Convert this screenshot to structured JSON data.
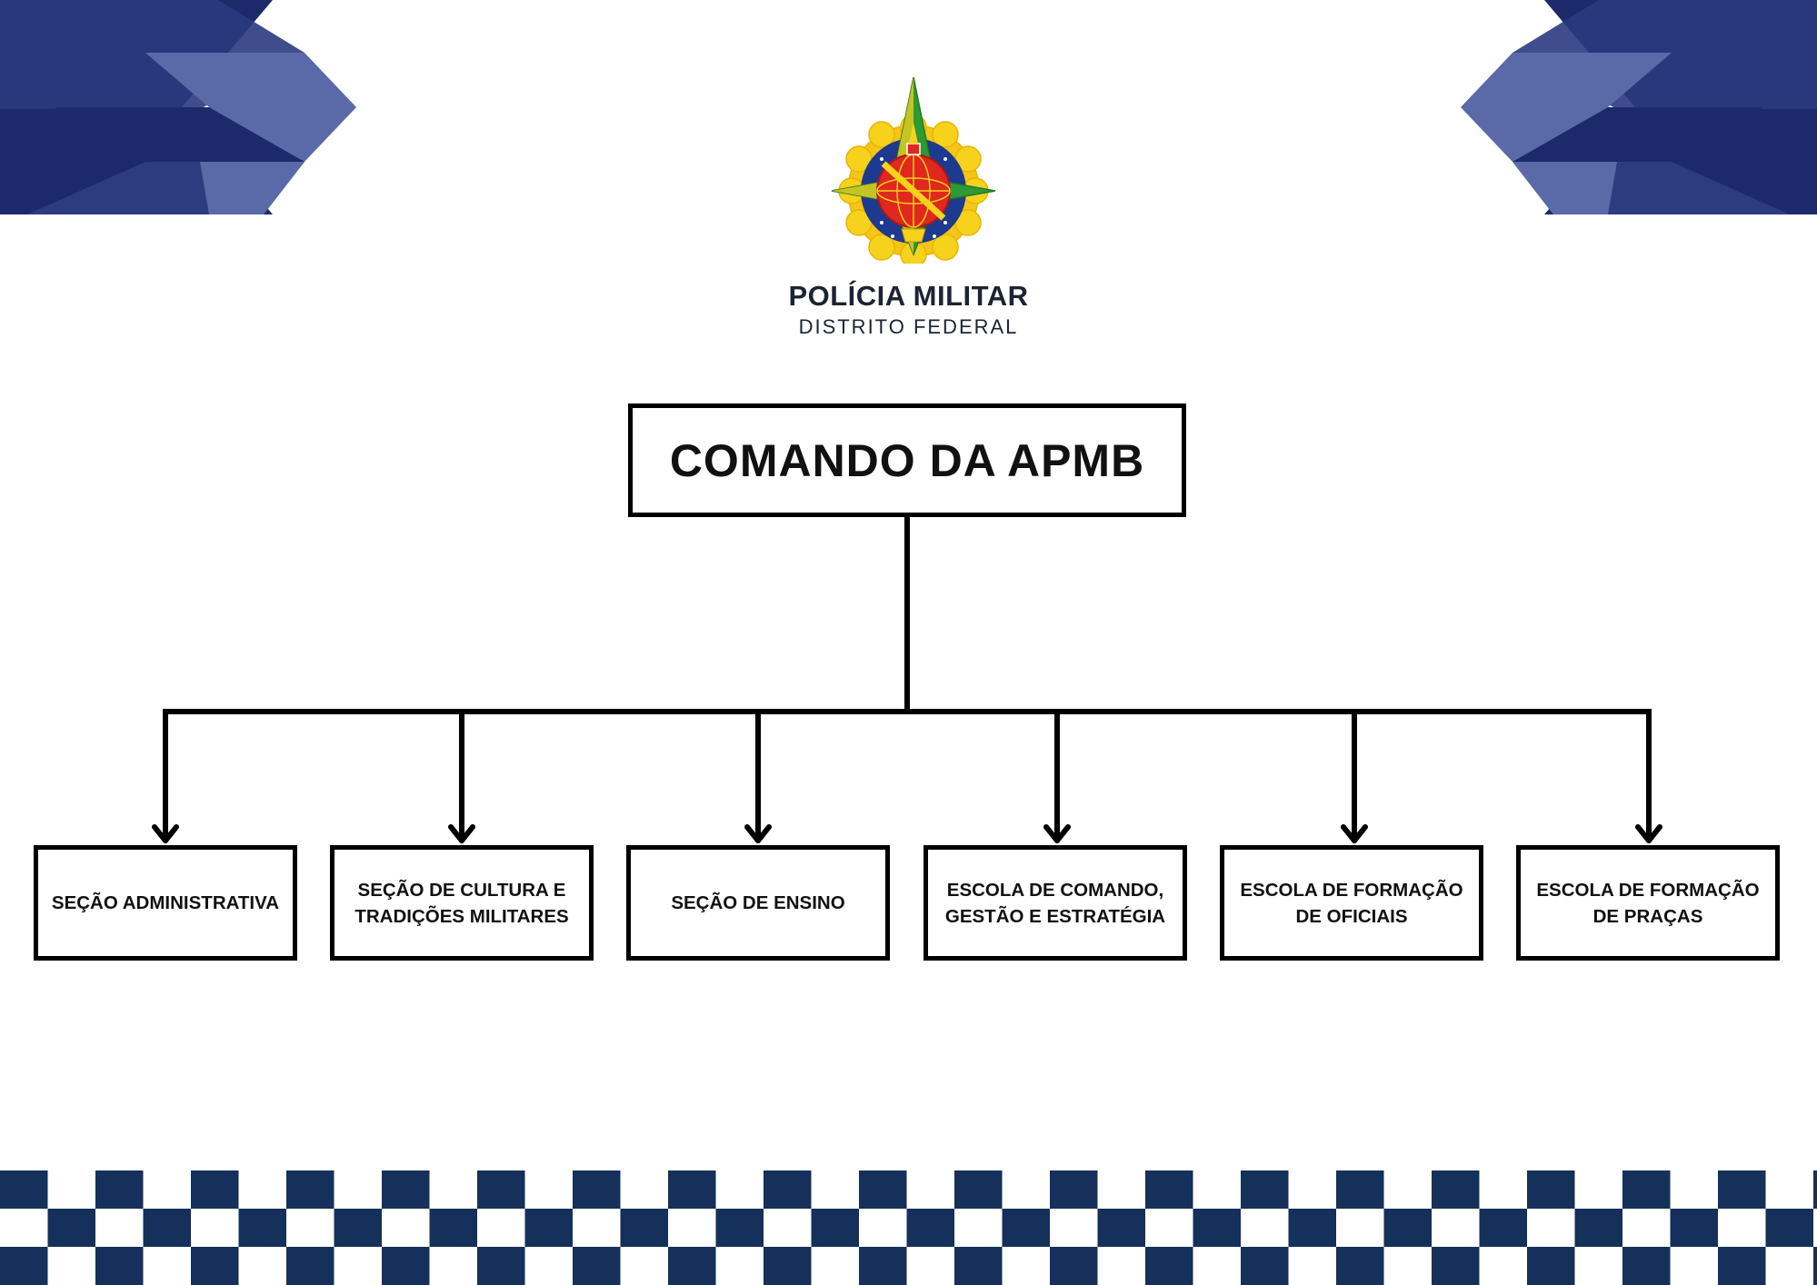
{
  "branding": {
    "title": "POLÍCIA MILITAR",
    "subtitle": "DISTRITO FEDERAL"
  },
  "org_chart": {
    "root": {
      "label": "COMANDO DA APMB"
    },
    "children": [
      {
        "label": "SEÇÃO ADMINISTRATIVA"
      },
      {
        "label": "SEÇÃO DE CULTURA E TRADIÇÕES MILITARES"
      },
      {
        "label": "SEÇÃO DE ENSINO"
      },
      {
        "label": "ESCOLA DE COMANDO, GESTÃO E ESTRATÉGIA"
      },
      {
        "label": "ESCOLA DE FORMAÇÃO DE OFICIAIS"
      },
      {
        "label": "ESCOLA DE FORMAÇÃO DE PRAÇAS"
      }
    ]
  },
  "colors": {
    "navy": "#1c2a6b",
    "navy_light": "#5a6aa8",
    "check_navy": "#14305b",
    "emblem_green": "#2e9a35",
    "emblem_yellow": "#f7d21c",
    "emblem_red": "#e0281e"
  },
  "icons": [
    "pmdf-emblem-icon",
    "arrow-down-icon"
  ]
}
